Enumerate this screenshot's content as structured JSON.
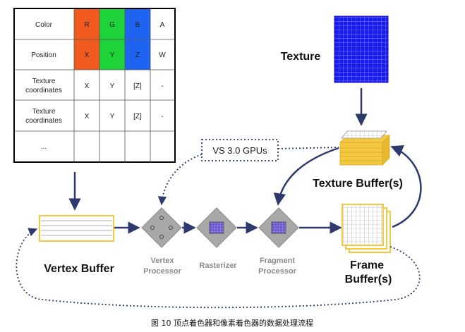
{
  "attribute_table": {
    "rows": [
      {
        "label": "Color",
        "cells": [
          "R",
          "G",
          "B",
          "A"
        ]
      },
      {
        "label": "Position",
        "cells": [
          "X",
          "Y",
          "Z",
          "W"
        ]
      },
      {
        "label": [
          "Texture",
          "coordinates"
        ],
        "cells": [
          "X",
          "Y",
          "[Z]",
          "-"
        ]
      },
      {
        "label": [
          "Texture",
          "coordinates"
        ],
        "cells": [
          "X",
          "Y",
          "[Z]",
          "-"
        ]
      },
      {
        "label": "...",
        "cells": [
          "",
          "",
          "",
          ""
        ]
      }
    ],
    "colors": {
      "red": "#f05a1e",
      "green": "#1ed23a",
      "blue": "#1e64f0"
    }
  },
  "labels": {
    "texture": "Texture",
    "texture_buffer": "Texture Buffer(s)",
    "frame_buffer_1": "Frame",
    "frame_buffer_2": "Buffer(s)",
    "vertex_buffer": "Vertex Buffer",
    "vertex_processor_1": "Vertex",
    "vertex_processor_2": "Processor",
    "rasterizer": "Rasterizer",
    "fragment_processor_1": "Fragment",
    "fragment_processor_2": "Processor",
    "vs_gpus": "VS 3.0 GPUs"
  },
  "caption": "图  10  顶点着色器和像素着色器的数据处理流程",
  "colors": {
    "arrow": "#2e3a6e",
    "texture_blue": "#1b1bf0",
    "buffer_yellow": "#f5c842",
    "processor_grey": "#a8a8a8",
    "label_grey": "#8a8a8a"
  }
}
